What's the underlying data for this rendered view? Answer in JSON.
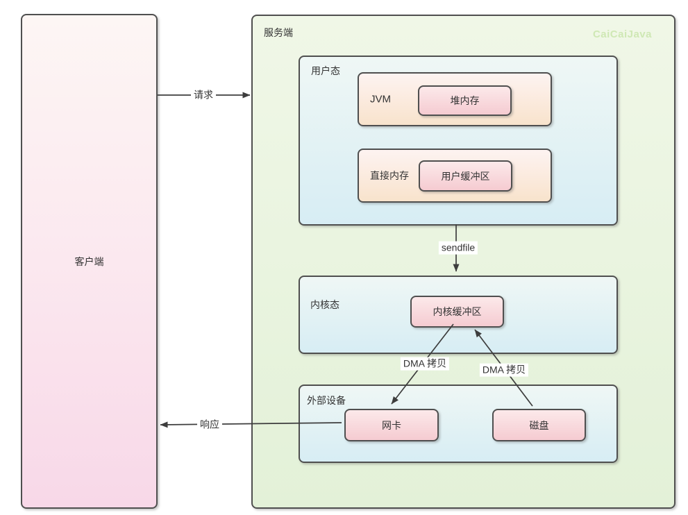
{
  "watermark": "CaiCaiJava",
  "client": {
    "label": "客户端"
  },
  "server": {
    "label": "服务端",
    "user_mode": {
      "label": "用户态",
      "jvm": {
        "label": "JVM",
        "heap_memory": "堆内存"
      },
      "direct_memory": {
        "label": "直接内存",
        "user_buffer": "用户缓冲区"
      }
    },
    "kernel_mode": {
      "label": "内核态",
      "kernel_buffer": "内核缓冲区"
    },
    "external_devices": {
      "label": "外部设备",
      "nic": "网卡",
      "disk": "磁盘"
    }
  },
  "arrows": {
    "request": "请求",
    "response": "响应",
    "sendfile": "sendfile",
    "dma_copy_left": "DMA 拷贝",
    "dma_copy_right": "DMA 拷贝"
  },
  "colors": {
    "border": "#4f4f4f",
    "line": "#3d3d3d",
    "text": "#333333",
    "watermark": "#cfe8b4",
    "client_top": "#fdf6f4",
    "client_mid": "#fbe8ef",
    "client_bottom": "#f8d8e8",
    "server_top": "#f0f7e7",
    "server_bottom": "#e3f1d8",
    "mode_top": "#eff7f5",
    "mode_bottom": "#d7edf4",
    "peach_top": "#fdf3f1",
    "peach_mid": "#fbeadd",
    "peach_bottom": "#f8e3cc",
    "pink_top": "#fce9ea",
    "pink_bottom": "#f5cbd1"
  }
}
